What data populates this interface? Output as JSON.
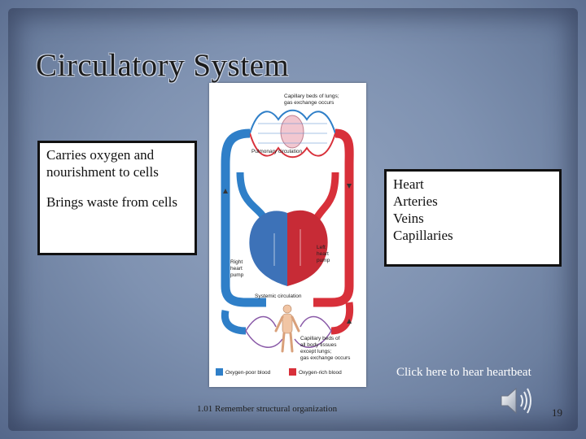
{
  "slide": {
    "title": "Circulatory System",
    "left_box": {
      "line1": "Carries oxygen and nourishment to cells",
      "line2": "Brings waste from cells"
    },
    "right_box": {
      "items": [
        "Heart",
        "Arteries",
        "Veins",
        "Capillaries"
      ]
    },
    "diagram": {
      "labels": {
        "capillary_lungs_1": "Capillary beds of lungs;",
        "capillary_lungs_2": "gas exchange occurs",
        "pulmonary": "Pulmonary circulation",
        "left_pump_1": "Left",
        "left_pump_2": "heart",
        "left_pump_3": "pump",
        "right_pump_1": "Right",
        "right_pump_2": "heart",
        "right_pump_3": "pump",
        "systemic": "Systemic circulation",
        "capillary_body_1": "Capillary beds of",
        "capillary_body_2": "all body tissues",
        "capillary_body_3": "except lungs;",
        "capillary_body_4": "gas exchange occurs"
      },
      "legend": {
        "oxygen_poor": "Oxygen-poor blood",
        "oxygen_rich": "Oxygen-rich blood"
      },
      "colors": {
        "oxygen_poor": "#2f7fc8",
        "oxygen_rich": "#d8303a"
      }
    },
    "heartbeat_link": "Click here to hear heartbeat",
    "footer": "1.01 Remember structural organization",
    "page_number": "19",
    "speaker_icon": "speaker-icon"
  }
}
